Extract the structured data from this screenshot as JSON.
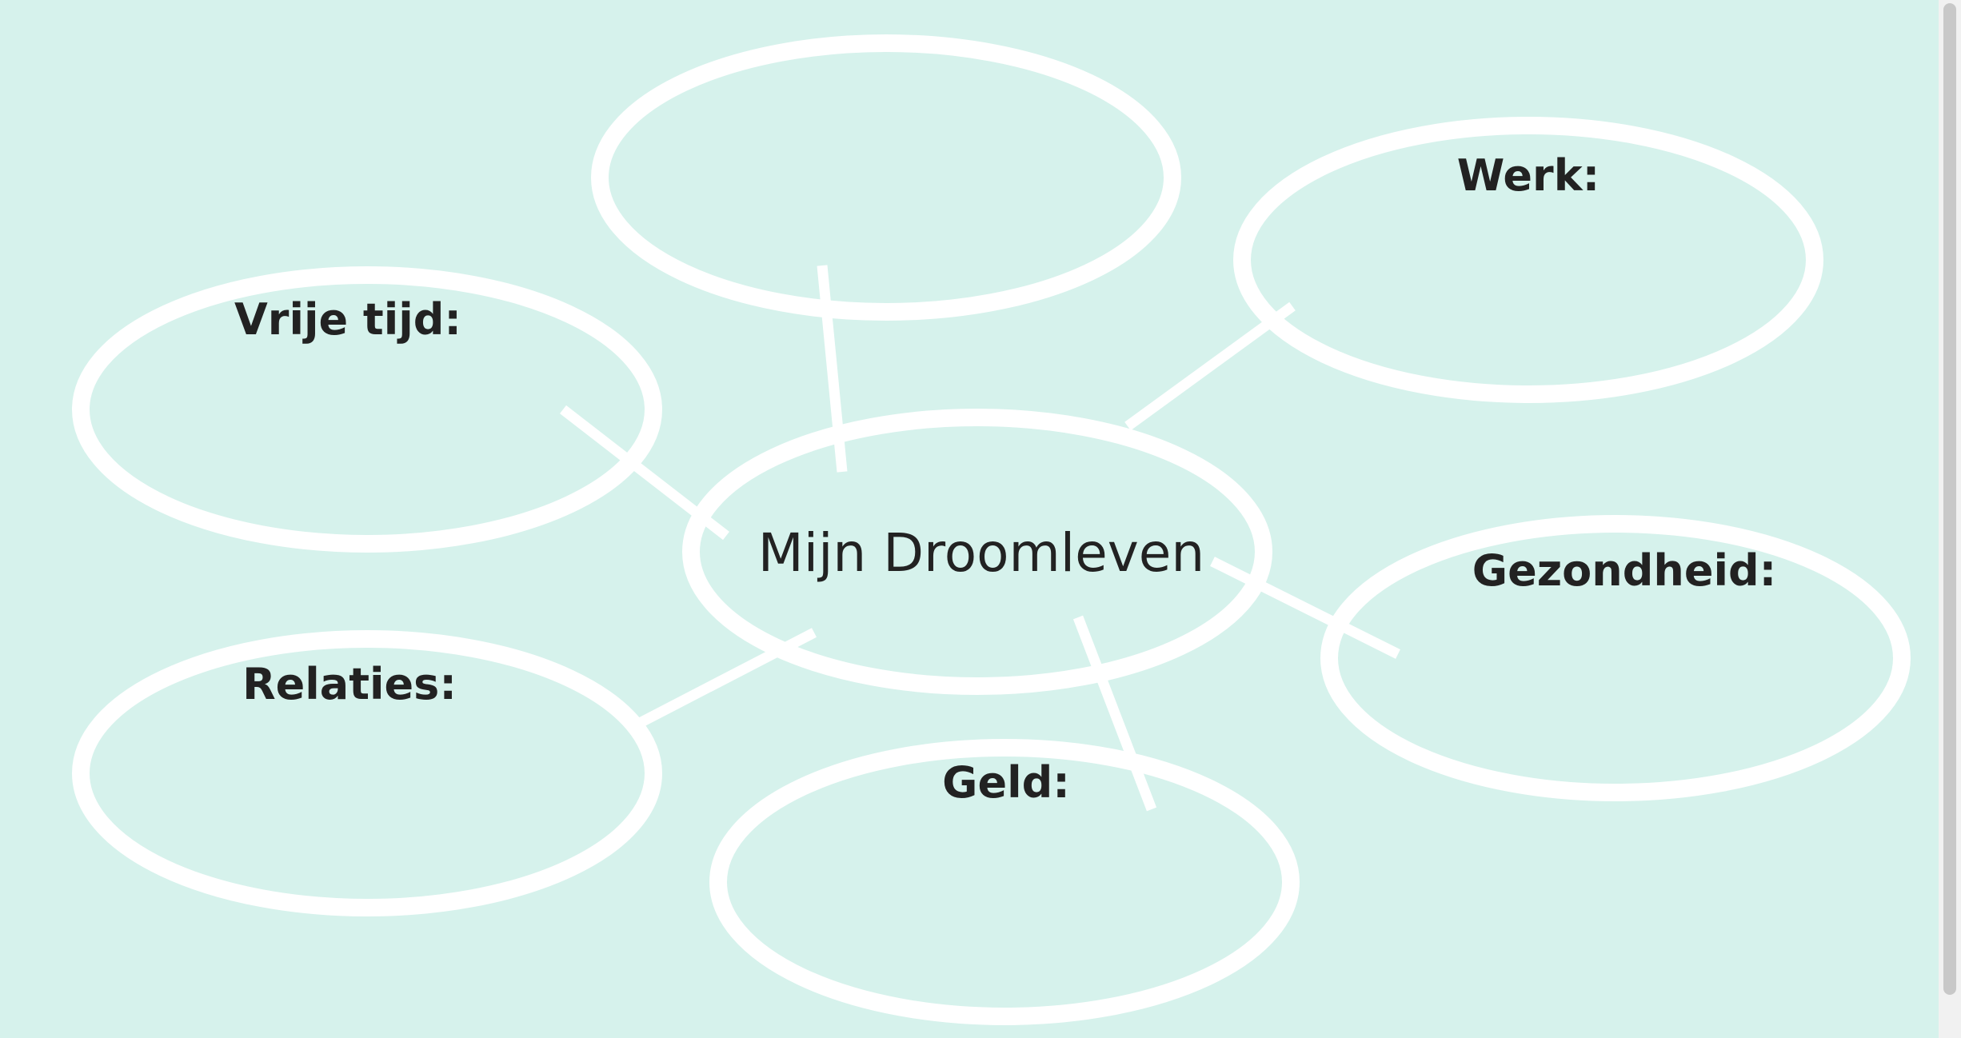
{
  "diagram": {
    "center": {
      "label": "Mijn Droomleven"
    },
    "nodes": [
      {
        "id": "top",
        "label": ""
      },
      {
        "id": "werk",
        "label": "Werk:"
      },
      {
        "id": "vrije-tijd",
        "label": "Vrije tijd:"
      },
      {
        "id": "gezondheid",
        "label": "Gezondheid:"
      },
      {
        "id": "relaties",
        "label": "Relaties:"
      },
      {
        "id": "geld",
        "label": "Geld:"
      }
    ]
  },
  "colors": {
    "background": "#d6f2ec",
    "stroke": "#ffffff",
    "text": "#222222"
  }
}
